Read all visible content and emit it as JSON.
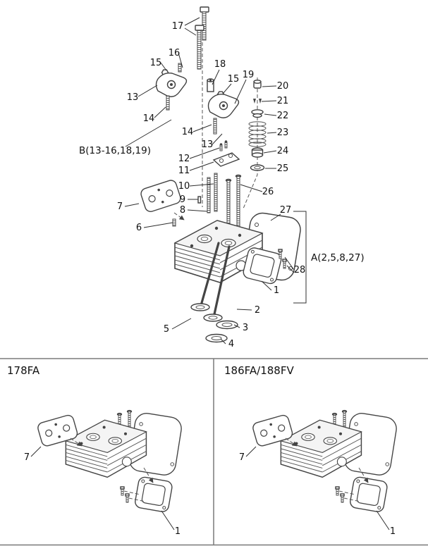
{
  "figure": {
    "colors": {
      "ink": "#3a3a3a",
      "background": "#ffffff"
    }
  },
  "main": {
    "group_labels": {
      "b": "B(13-16,18,19)",
      "a": "A(2,5,8,27)"
    },
    "callouts": {
      "c17": "17",
      "c16": "16",
      "c15a": "15",
      "c13a": "13",
      "c14a": "14",
      "c18": "18",
      "c15b": "15",
      "c19": "19",
      "c14b": "14",
      "c13b": "13",
      "c20": "20",
      "c21": "21",
      "c22": "22",
      "c23": "23",
      "c24": "24",
      "c25": "25",
      "c12": "12",
      "c11": "11",
      "c10": "10",
      "c9": "9",
      "c8": "8",
      "c7": "7",
      "c6": "6",
      "c26": "26",
      "c27": "27",
      "c28": "28",
      "c1": "1",
      "c2": "2",
      "c3": "3",
      "c4": "4",
      "c5": "5"
    }
  },
  "panels": {
    "left": {
      "title": "178FA",
      "c7": "7",
      "c1": "1"
    },
    "right": {
      "title": "186FA/188FV",
      "c7": "7",
      "c1": "1"
    }
  }
}
